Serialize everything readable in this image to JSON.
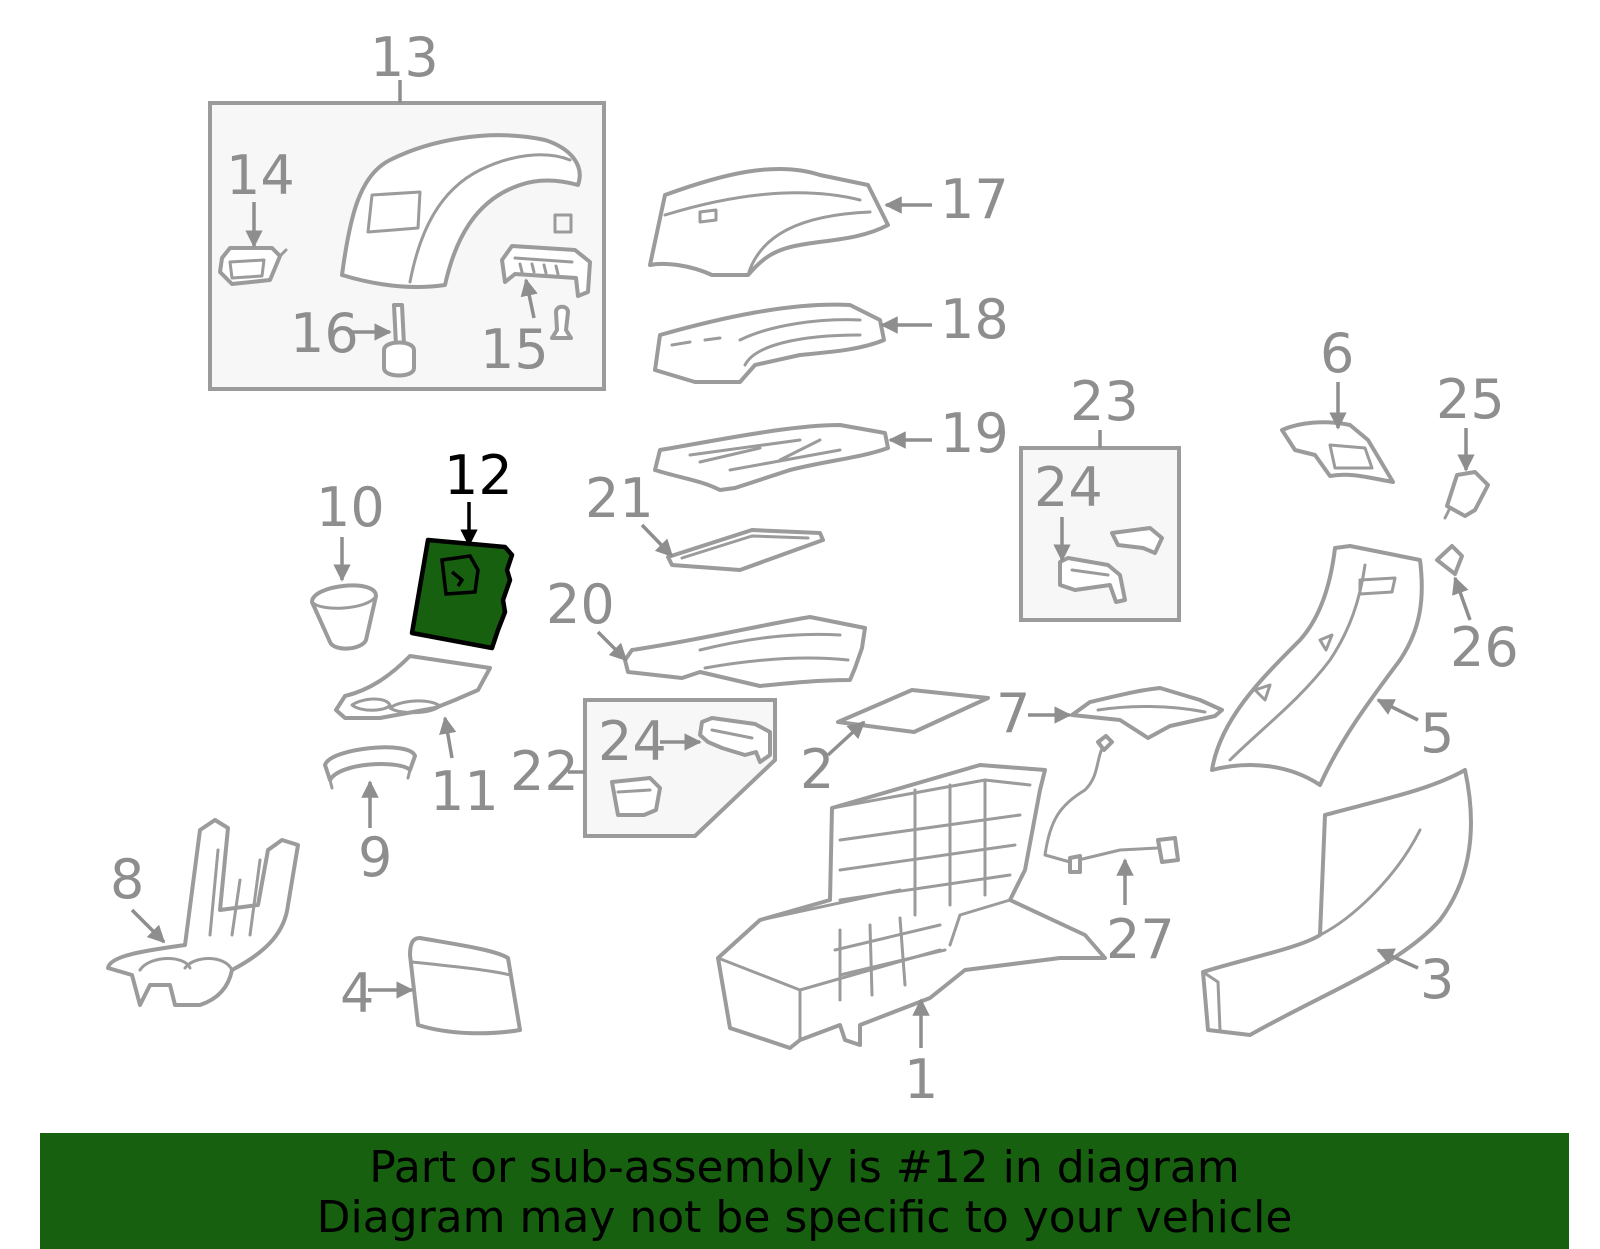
{
  "highlight_color": "#17600f",
  "part_color": "#9b9b9b",
  "highlighted_part": "12",
  "callouts": {
    "c1": "1",
    "c2": "2",
    "c3": "3",
    "c4": "4",
    "c5": "5",
    "c6": "6",
    "c7": "7",
    "c8": "8",
    "c9": "9",
    "c10": "10",
    "c11": "11",
    "c12": "12",
    "c13": "13",
    "c14": "14",
    "c15": "15",
    "c16": "16",
    "c17": "17",
    "c18": "18",
    "c19": "19",
    "c20": "20",
    "c21": "21",
    "c22": "22",
    "c23": "23",
    "c24a": "24",
    "c24b": "24",
    "c25": "25",
    "c26": "26",
    "c27": "27"
  },
  "banner": {
    "line1": "Part or sub-assembly is #12 in diagram",
    "line2": "Diagram may not be specific to your vehicle"
  }
}
